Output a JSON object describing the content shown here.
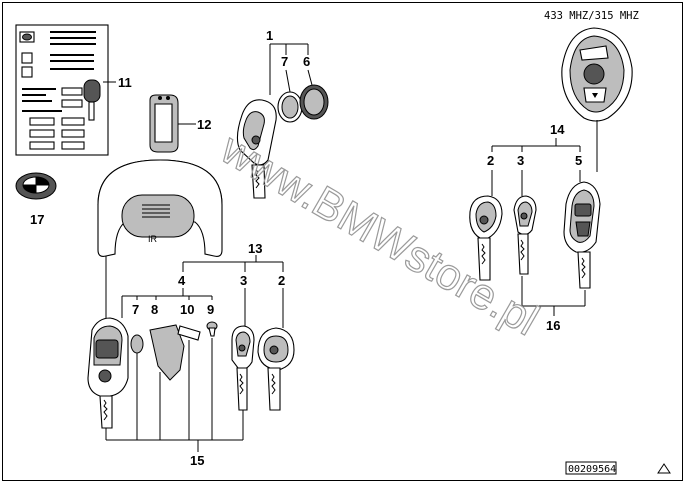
{
  "frequency_label": "433 MHZ/315 MHZ",
  "diagram_id": "00209564",
  "watermark": "www.BMWstore.pl",
  "card_ir_label": "IR",
  "callouts": {
    "c1": "1",
    "c6a": "6",
    "c7a": "7",
    "c11": "11",
    "c12": "12",
    "c13": "13",
    "c4": "4",
    "c3a": "3",
    "c2a": "2",
    "c7b": "7",
    "c8": "8",
    "c10": "10",
    "c9": "9",
    "c15": "15",
    "c17": "17",
    "c14": "14",
    "c2b": "2",
    "c3b": "3",
    "c5": "5",
    "c16": "16"
  }
}
